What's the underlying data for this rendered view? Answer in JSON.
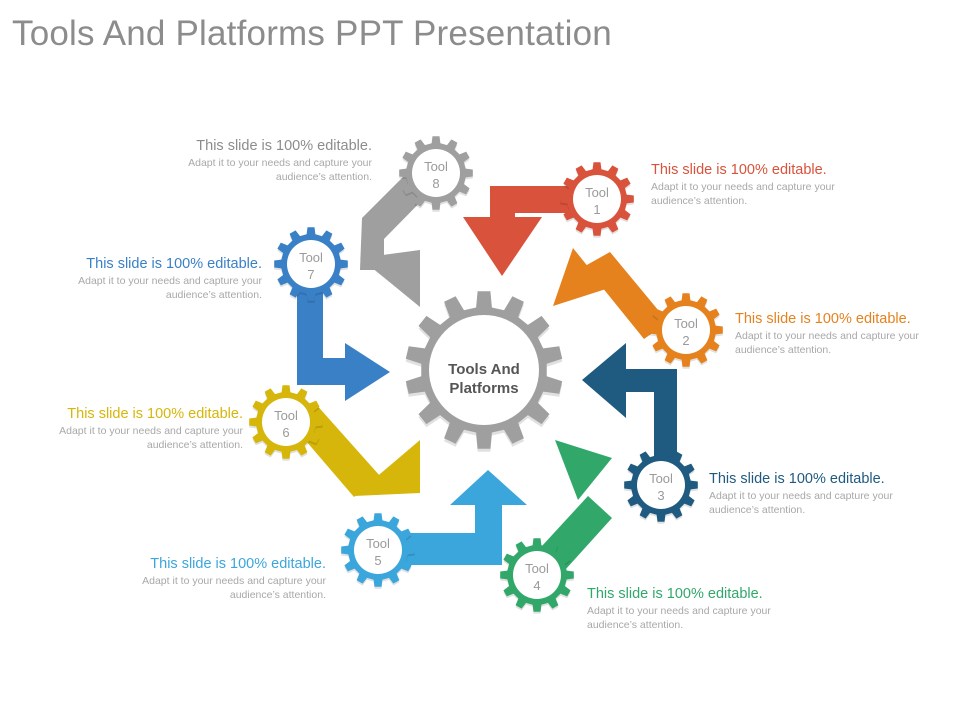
{
  "title": "Tools And Platforms PPT Presentation",
  "center_label": [
    "Tools And",
    "Platforms"
  ],
  "colors": {
    "tool1": "#d9523b",
    "tool2": "#e6821e",
    "tool3": "#1f5a80",
    "tool4": "#31a86a",
    "tool5": "#3ba6dc",
    "tool6": "#d6b60a",
    "tool7": "#3a80c6",
    "tool8": "#9f9f9f",
    "center": "#9f9f9f",
    "text_gray": "#a8a8a8"
  },
  "tools": [
    {
      "id": 1,
      "line1": "Tool",
      "line2": "1",
      "heading": "This slide is 100% editable.",
      "body": "Adapt it to your needs and capture your audience’s attention."
    },
    {
      "id": 2,
      "line1": "Tool",
      "line2": "2",
      "heading": "This slide is 100% editable.",
      "body": "Adapt it to your needs and capture your audience’s attention."
    },
    {
      "id": 3,
      "line1": "Tool",
      "line2": "3",
      "heading": "This slide is 100% editable.",
      "body": "Adapt it to your needs and capture your audience’s attention."
    },
    {
      "id": 4,
      "line1": "Tool",
      "line2": "4",
      "heading": "This slide is 100% editable.",
      "body": "Adapt it to your needs and capture your audience’s attention."
    },
    {
      "id": 5,
      "line1": "Tool",
      "line2": "5",
      "heading": "This slide is 100% editable.",
      "body": "Adapt it to your needs and capture your audience’s attention."
    },
    {
      "id": 6,
      "line1": "Tool",
      "line2": "6",
      "heading": "This slide is 100% editable.",
      "body": "Adapt it to your needs and capture your audience’s attention."
    },
    {
      "id": 7,
      "line1": "Tool",
      "line2": "7",
      "heading": "This slide is 100% editable.",
      "body": "Adapt it to your needs and capture your audience’s attention."
    },
    {
      "id": 8,
      "line1": "Tool",
      "line2": "8",
      "heading": "This slide is 100% editable.",
      "body": "Adapt it to your needs and capture your audience’s attention."
    }
  ]
}
